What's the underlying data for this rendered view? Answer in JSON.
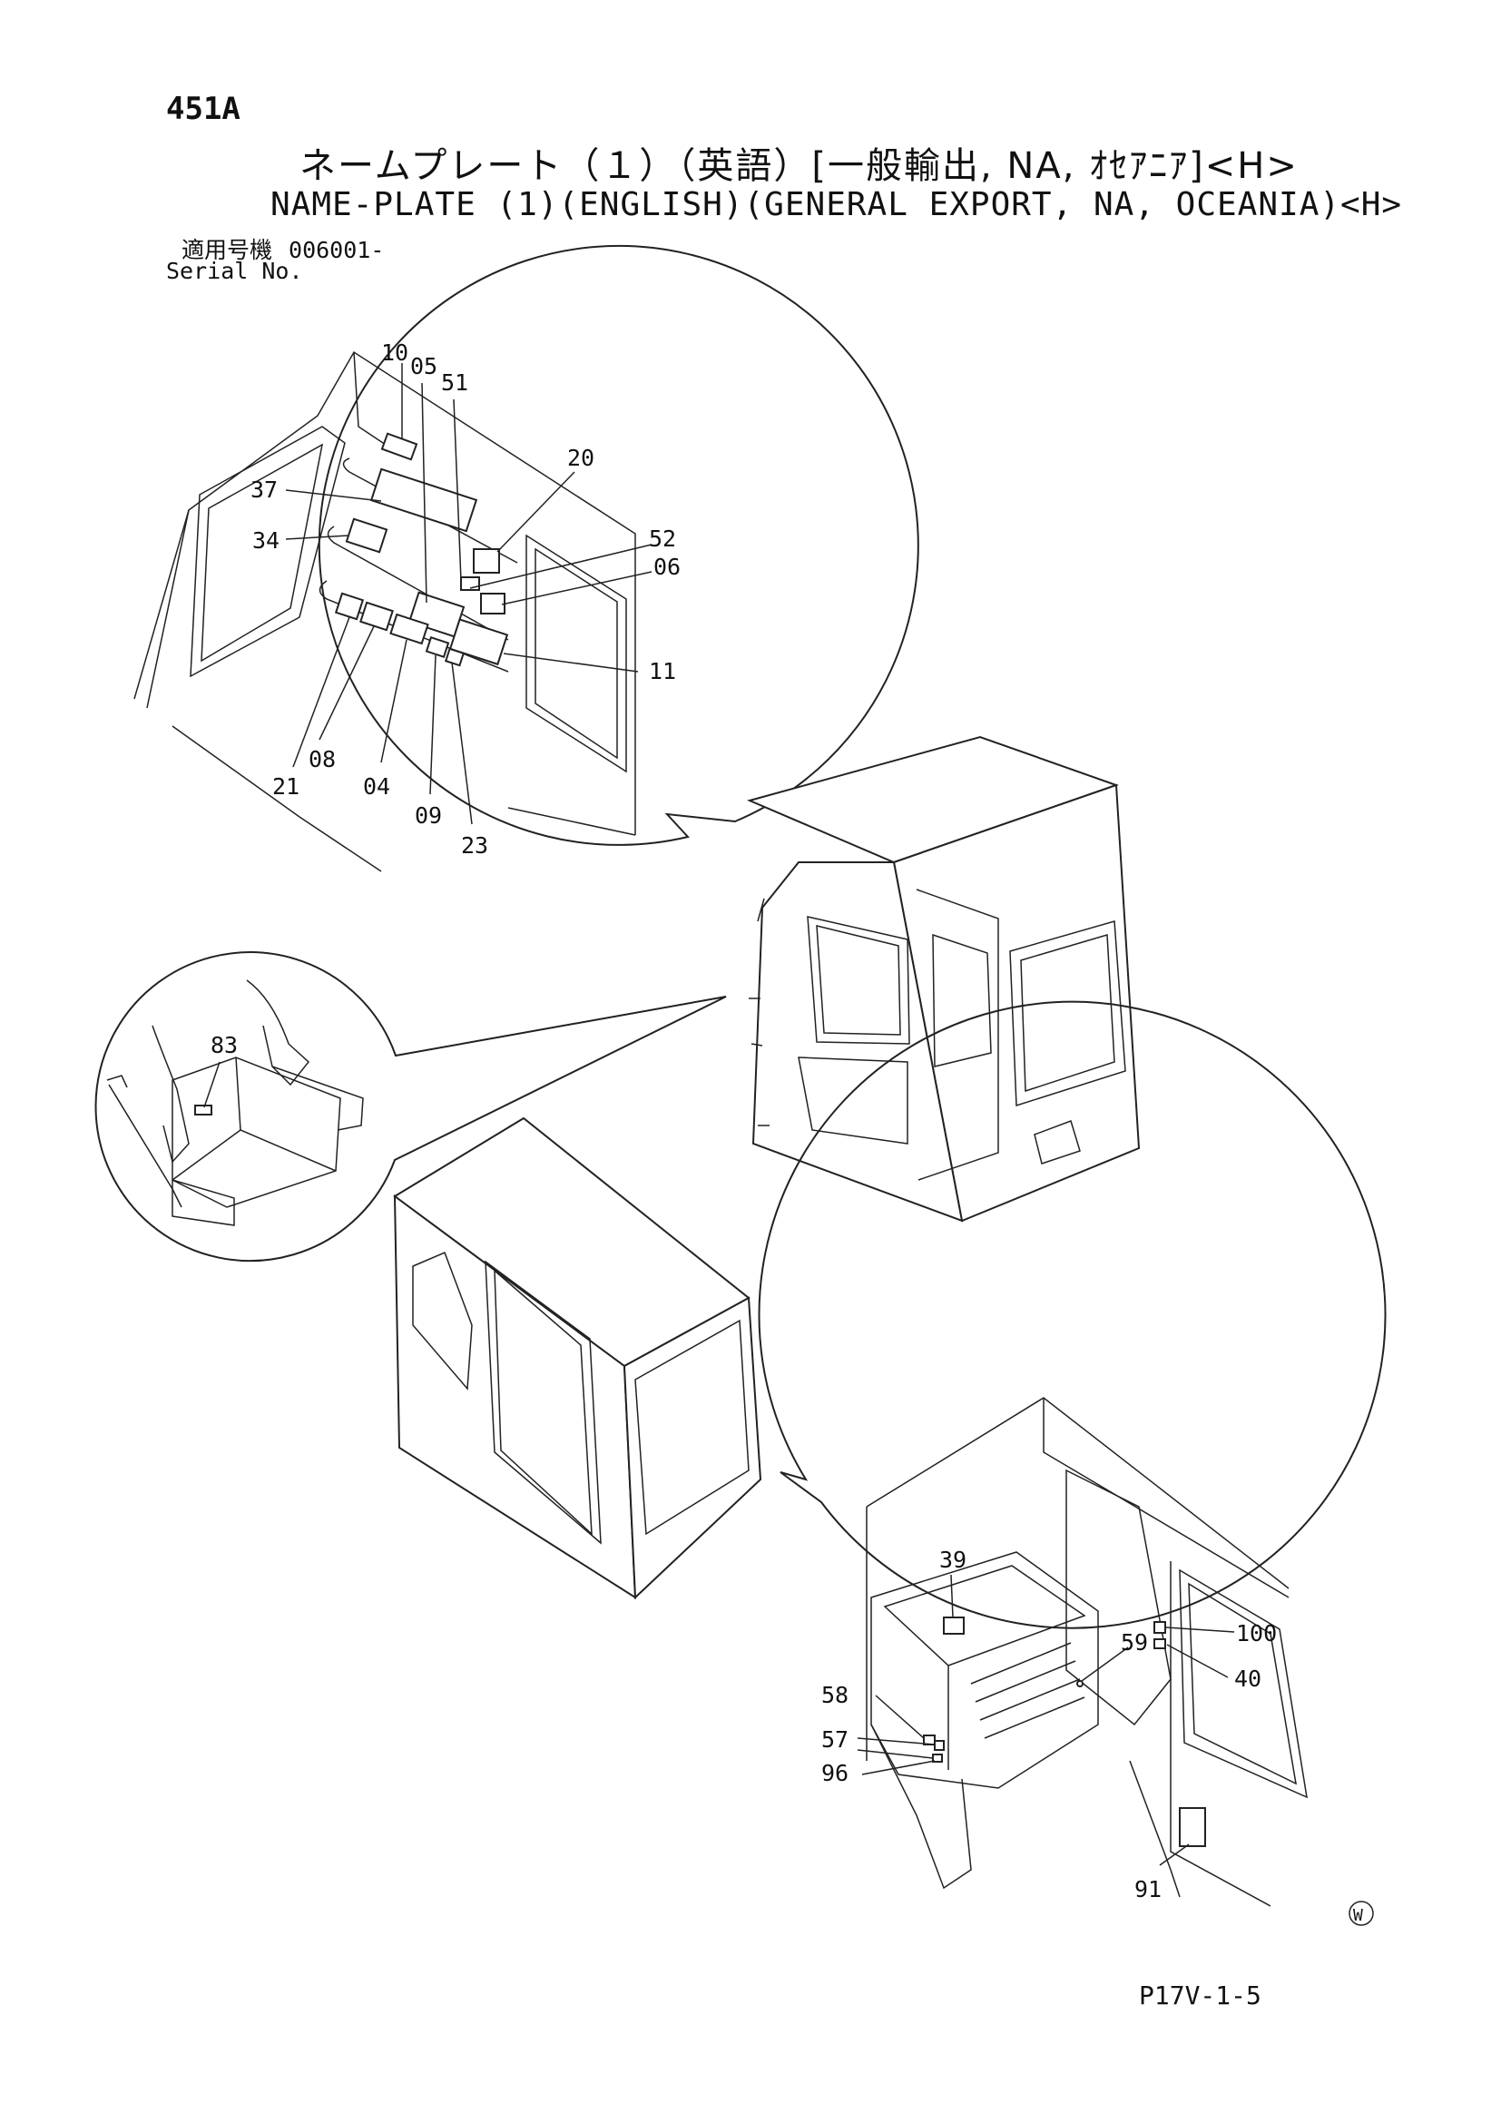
{
  "header": {
    "page_id": "451A",
    "title_jp": "ネームプレート（１）（英語）[一般輸出, NA, ｵｾｱﾆｱ]<H>",
    "title_en": "NAME-PLATE (1)(ENGLISH)(GENERAL EXPORT, NA, OCEANIA)<H>",
    "serial_label_jp": "適用号機",
    "serial_value": "006001-",
    "serial_label_en": "Serial No."
  },
  "callouts": {
    "upper_detail": [
      "10",
      "05",
      "51",
      "20",
      "37",
      "34",
      "52",
      "06",
      "11",
      "21",
      "08",
      "04",
      "09",
      "23"
    ],
    "control_detail": [
      "83"
    ],
    "lower_detail": [
      "39",
      "59",
      "100",
      "40",
      "58",
      "57",
      "96",
      "91"
    ]
  },
  "footer": {
    "mark": "W",
    "page_code": "P17V-1-5"
  }
}
